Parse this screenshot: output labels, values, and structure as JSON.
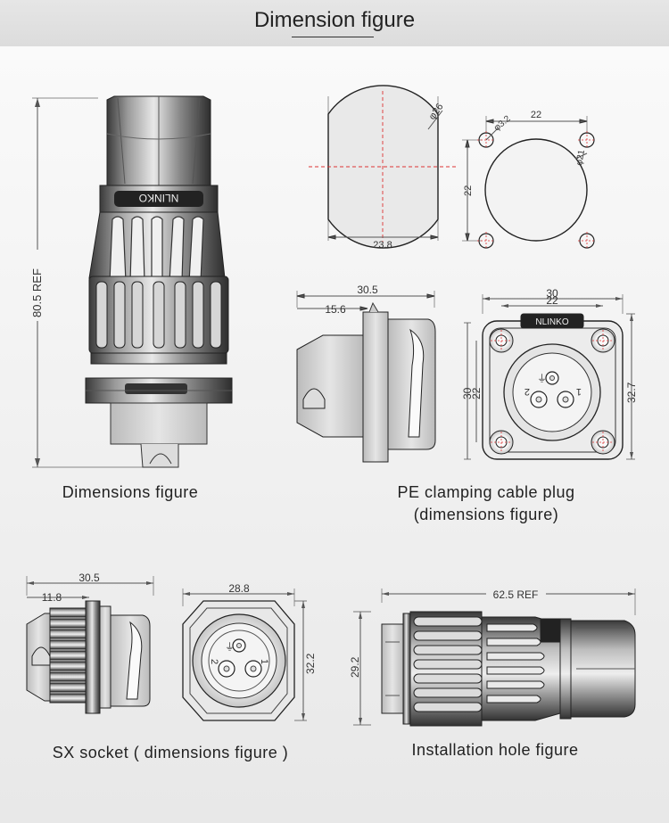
{
  "header": {
    "title": "Dimension figure"
  },
  "captions": {
    "dimensions_figure": "Dimensions figure",
    "pe_plug_line1": "PE clamping cable plug",
    "pe_plug_line2": "(dimensions figure)",
    "sx_socket": "SX socket ( dimensions figure )",
    "installation_hole": "Installation hole figure"
  },
  "dimensions": {
    "overall_length": "80.5 REF",
    "hole_diameter": "φ26",
    "hole_flat_width": "23.8",
    "mount_hole_diameter": "φ3.2",
    "mount_hole_spacing_h": "22",
    "mount_hole_spacing_v": "22",
    "center_hole_diameter": "φ21",
    "plug_side_length": "30.5",
    "plug_side_inner": "15.6",
    "plug_front_width": "30",
    "plug_front_inner": "22",
    "plug_front_height_outer": "30",
    "plug_front_height_inner": "22",
    "plug_front_height_total": "32.7",
    "socket_side_length": "30.5",
    "socket_side_inner": "11.8",
    "socket_front_width": "28.8",
    "socket_front_height": "32.2",
    "install_length": "62.5 REF",
    "install_height": "29.2"
  },
  "brand": "NLINKO",
  "pin_labels": {
    "pin1": "1",
    "pin2": "2",
    "ground": "⏚"
  }
}
